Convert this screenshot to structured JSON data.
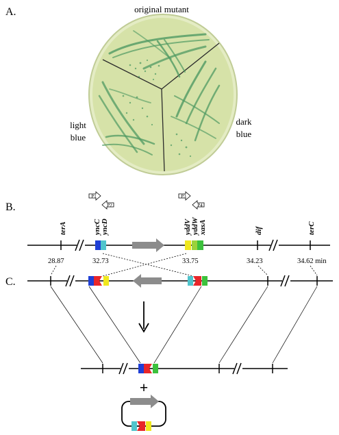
{
  "panel_a": {
    "label": "A.",
    "sector_labels": {
      "top": "original mutant",
      "left_line1": "light",
      "left_line2": "blue",
      "right_line1": "dark",
      "right_line2": "blue"
    },
    "colors": {
      "agar": "#d6e2a8",
      "agar_edge": "#b4c486",
      "colony": "#4f9a63"
    }
  },
  "panel_b": {
    "label": "B.",
    "genes": {
      "terA": "terA",
      "yncC": "yncC",
      "yncD": "yncD",
      "yddV": "yddV",
      "yddW": "yddW",
      "xasA": "xasA",
      "dif": "dif",
      "terC": "terC"
    },
    "primers": [
      "P1",
      "P2",
      "P3",
      "P4"
    ],
    "positions": [
      "28.87",
      "32.73",
      "33.75",
      "34.23",
      "34.62 min"
    ]
  },
  "panel_c": {
    "label": "C.",
    "plus": "+",
    "colors": {
      "blue": "#1f3fd6",
      "cyan": "#4fc4cc",
      "yellow": "#f0e81e",
      "red": "#e8262a",
      "green": "#3cc13c",
      "gray_arrow": "#8c8c8c"
    }
  }
}
